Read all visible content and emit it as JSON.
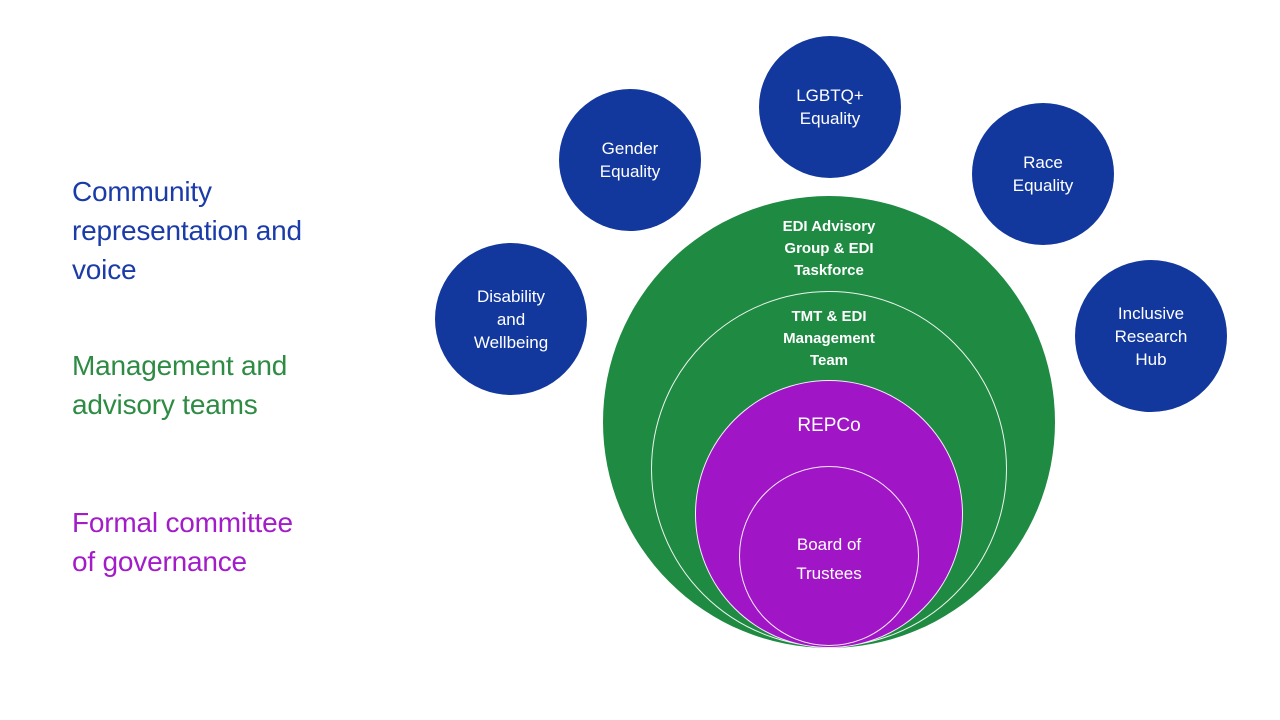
{
  "colors": {
    "blue": "#12389E",
    "green": "#1F8A42",
    "purple": "#A016C6",
    "legend-blue": "#1B3CA8",
    "legend-green": "#2E8B44",
    "legend-purple": "#A21CC9"
  },
  "legend": [
    {
      "id": "community",
      "lines": [
        "Community",
        "representation and",
        "voice"
      ]
    },
    {
      "id": "management",
      "lines": [
        "Management and",
        "advisory teams"
      ]
    },
    {
      "id": "governance",
      "lines": [
        "Formal committee",
        "of governance"
      ]
    }
  ],
  "rings": {
    "advisory": {
      "lines": [
        "EDI Advisory",
        "Group & EDI",
        "Taskforce"
      ]
    },
    "tmt": {
      "lines": [
        "TMT & EDI",
        "Management",
        "Team"
      ]
    },
    "repco": {
      "label": "REPCo"
    },
    "board": {
      "lines": [
        "Board of",
        "Trustees"
      ]
    }
  },
  "satellites": [
    {
      "id": "gender-equality",
      "lines": [
        "Gender",
        "Equality"
      ]
    },
    {
      "id": "lgbtq-equality",
      "lines": [
        "LGBTQ+",
        "Equality"
      ]
    },
    {
      "id": "race-equality",
      "lines": [
        "Race",
        "Equality"
      ]
    },
    {
      "id": "disability-wellbeing",
      "lines": [
        "Disability",
        "and",
        "Wellbeing"
      ]
    },
    {
      "id": "inclusive-research-hub",
      "lines": [
        "Inclusive",
        "Research",
        "Hub"
      ]
    }
  ]
}
